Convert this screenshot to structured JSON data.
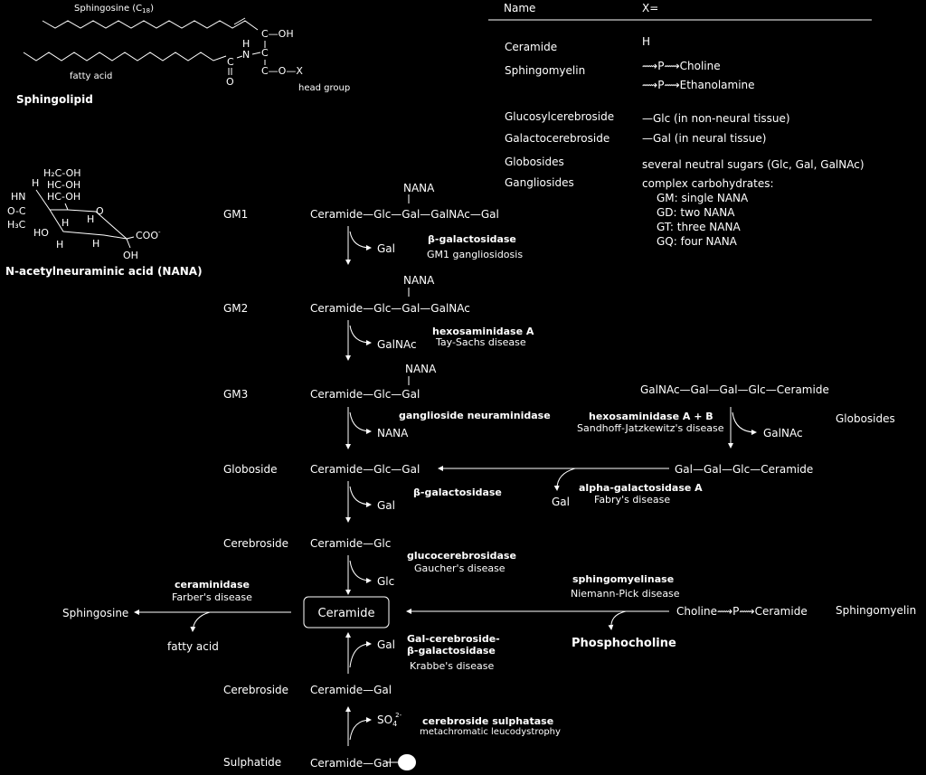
{
  "sphingolipid": {
    "sphingosine_label": "Sphingosine (C",
    "sphingosine_sub": "18",
    "sphingosine_close": ")",
    "oh": "C—OH",
    "h": "H",
    "n": "N",
    "c_mid": "C",
    "c_ox": "C—O—X",
    "c_left": "C",
    "o": "O",
    "fatty_acid": "fatty acid",
    "head_group": "head group",
    "title": "Sphingolipid"
  },
  "nana_struct": {
    "h2c_oh": "H₂C-OH",
    "hc_oh1": "HC-OH",
    "hc_oh2": "HC-OH",
    "h": "H",
    "hn": "HN",
    "oc": "O-C",
    "h3c": "H₃C",
    "ring_o": "O",
    "ho": "HO",
    "h_a": "H",
    "h_b": "H",
    "h_c": "H",
    "h_d": "H",
    "coo": "COO",
    "coo_sup": "-",
    "oh": "OH",
    "title": "N-acetylneuraminic acid (NANA)"
  },
  "table": {
    "col_name": "Name",
    "col_x": "X=",
    "rows": [
      {
        "name": "Ceramide",
        "x": "H"
      },
      {
        "name": "Sphingomyelin",
        "x": "⟿P⟿Choline"
      },
      {
        "name": "",
        "x": "⟿P⟿Ethanolamine"
      },
      {
        "name": "Glucosylcerebroside",
        "x": "—Glc    (in non-neural tissue)"
      },
      {
        "name": "Galactocerebroside",
        "x": "—Gal    (in neural tissue)"
      },
      {
        "name": "Globosides",
        "x": "several neutral sugars (Glc, Gal, GalNAc)"
      },
      {
        "name": "Gangliosides",
        "x": "complex carbohydrates:"
      }
    ],
    "gangliosides_detail": [
      "GM: single NANA",
      "GD: two NANA",
      "GT: three NANA",
      "GQ: four NANA"
    ]
  },
  "pathway": {
    "nana": "NANA",
    "stages": [
      {
        "name": "GM1",
        "compound": "Ceramide—Glc—Gal—GalNAc—Gal"
      },
      {
        "name": "GM2",
        "compound": "Ceramide—Glc—Gal—GalNAc"
      },
      {
        "name": "GM3",
        "compound": "Ceramide—Glc—Gal"
      },
      {
        "name": "Globoside",
        "compound": "Ceramide—Glc—Gal"
      },
      {
        "name": "Cerebroside",
        "compound": "Ceramide—Glc"
      },
      {
        "name": "Cerebroside",
        "compound": "Ceramide—Gal"
      },
      {
        "name": "Sulphatide",
        "compound": "Ceramide—Gal"
      }
    ],
    "steps": [
      {
        "product": "Gal",
        "enzyme": "β-galactosidase",
        "disease": "GM1 gangliosidosis"
      },
      {
        "product": "GalNAc",
        "enzyme": "hexosaminidase A",
        "disease": "Tay-Sachs disease"
      },
      {
        "product": "NANA",
        "enzyme": "ganglioside neuraminidase",
        "disease": ""
      },
      {
        "product": "Gal",
        "enzyme": "β-galactosidase",
        "disease": ""
      },
      {
        "product": "Glc",
        "enzyme": "glucocerebrosidase",
        "disease": "Gaucher's disease"
      },
      {
        "product": "Gal",
        "enzyme": "Gal-cerebroside-",
        "enzyme2": "β-galactosidase",
        "disease": "Krabbe's disease"
      },
      {
        "product": "SO",
        "product_sub": "4",
        "product_sup": "2-",
        "enzyme": "cerebroside sulphatase",
        "disease": "metachromatic leucodystrophy"
      }
    ],
    "ceramide": "Ceramide",
    "globoside_branch": {
      "compound": "GalNAc—Gal—Gal—Glc—Ceramide",
      "label": "Globosides",
      "enzyme": "hexosaminidase A + B",
      "disease": "Sandhoff-Jatzkewitz's disease",
      "product": "GalNAc",
      "compound2": "Gal—Gal—Glc—Ceramide",
      "enzyme2": "alpha-galactosidase A",
      "disease2": "Fabry's disease",
      "product2": "Gal"
    },
    "sphingomyelin_branch": {
      "compound": "Choline⟿P⟿Ceramide",
      "label": "Sphingomyelin",
      "enzyme": "sphingomyelinase",
      "disease": "Niemann-Pick disease",
      "product": "Phosphocholine"
    },
    "sphingosine_branch": {
      "product": "Sphingosine",
      "enzyme": "ceraminidase",
      "disease": "Farber's disease",
      "byproduct": "fatty acid"
    }
  }
}
